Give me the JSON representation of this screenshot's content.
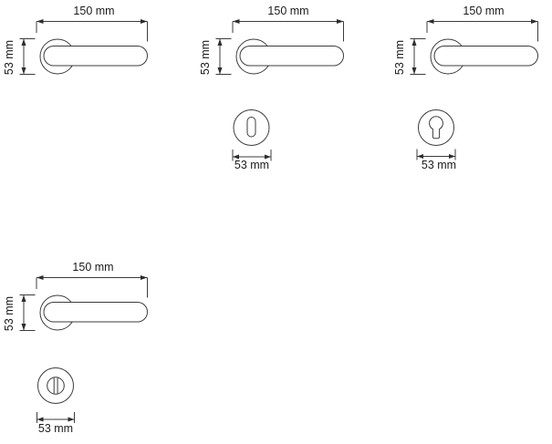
{
  "colors": {
    "background": "#ffffff",
    "line": "#3c3c3c",
    "text": "#1c1c1c"
  },
  "figures": [
    {
      "id": "handle-top-left",
      "type": "lever-handle-on-round-rose",
      "handle_length_label": "150 mm",
      "rose_diameter_label": "53 mm"
    },
    {
      "id": "handle-top-middle",
      "type": "lever-handle-on-round-rose",
      "handle_length_label": "150 mm",
      "rose_diameter_label": "53 mm",
      "escutcheon": {
        "type": "oval-keyhole-rose",
        "diameter_label": "53 mm"
      }
    },
    {
      "id": "handle-top-right",
      "type": "lever-handle-on-round-rose",
      "handle_length_label": "150 mm",
      "rose_diameter_label": "53 mm",
      "escutcheon": {
        "type": "euro-cylinder-keyhole-rose",
        "diameter_label": "53 mm"
      }
    },
    {
      "id": "handle-bottom-left",
      "type": "lever-handle-on-round-rose",
      "handle_length_label": "150 mm",
      "rose_diameter_label": "53 mm",
      "escutcheon": {
        "type": "wc-thumbturn-rose",
        "diameter_label": "53 mm"
      }
    }
  ]
}
